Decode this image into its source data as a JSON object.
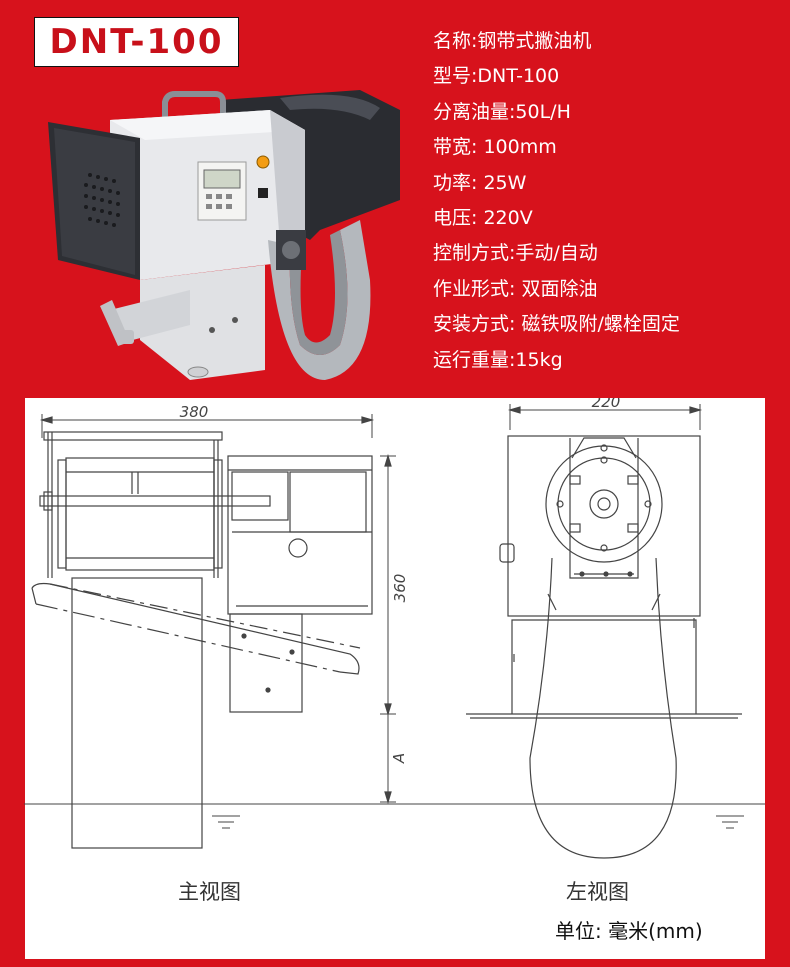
{
  "badge": {
    "model": "DNT-100"
  },
  "specs": [
    "名称:钢带式撇油机",
    "型号:DNT-100",
    "分离油量:50L/H",
    "带宽: 100mm",
    "功率: 25W",
    "电压: 220V",
    "控制方式:手动/自动",
    "作业形式:  双面除油",
    "安装方式:  磁铁吸附/螺栓固定",
    "运行重量:15kg"
  ],
  "drawing": {
    "front_width_dim": "380",
    "front_height_dim": "360",
    "depth_dim": "A",
    "side_width_dim": "220"
  },
  "labels": {
    "front_view": "主视图",
    "side_view": "左视图",
    "unit": "单位:  毫米(mm)"
  },
  "colors": {
    "brand_red": "#d7121c",
    "white": "#ffffff"
  }
}
